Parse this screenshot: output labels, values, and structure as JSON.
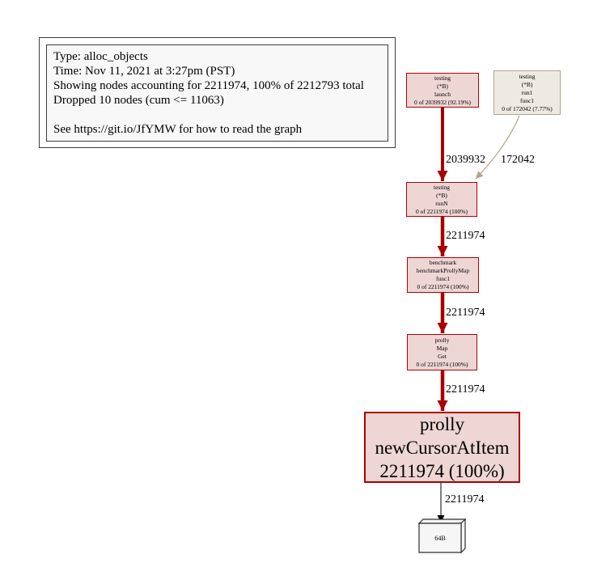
{
  "legend": {
    "lines": [
      "Type: alloc_objects",
      "Time: Nov 11, 2021 at 3:27pm (PST)",
      "Showing nodes accounting for 2211974, 100% of 2212793 total",
      "Dropped 10 nodes (cum <= 11063)",
      "",
      "See https://git.io/JfYMW for how to read the graph"
    ]
  },
  "nodes": [
    {
      "id": "testing-launch",
      "lines": [
        "testing",
        "(*B)",
        "launch",
        "0 of 2039932 (92.19%)"
      ]
    },
    {
      "id": "testing-run1-func1",
      "lines": [
        "testing",
        "(*B)",
        "run1",
        "func1",
        "0 of 172042 (7.77%)"
      ]
    },
    {
      "id": "testing-runN",
      "lines": [
        "testing",
        "(*B)",
        "runN",
        "0 of 2211974 (100%)"
      ]
    },
    {
      "id": "benchmark-benchmarkProllyMap-func1",
      "lines": [
        "benchmark",
        "benchmarkProllyMap",
        "func1",
        "0 of 2211974 (100%)"
      ]
    },
    {
      "id": "prolly-Map-Get",
      "lines": [
        "prolly",
        "Map",
        "Get",
        "0 of 2211974 (100%)"
      ]
    },
    {
      "id": "prolly-newCursorAtItem",
      "lines": [
        "prolly",
        "newCursorAtItem",
        "2211974 (100%)"
      ]
    },
    {
      "id": "alloc-64B",
      "label": "64B"
    }
  ],
  "edges": [
    {
      "from": "testing-launch",
      "to": "testing-runN",
      "label": "2039932"
    },
    {
      "from": "testing-run1-func1",
      "to": "testing-runN",
      "label": "172042"
    },
    {
      "from": "testing-runN",
      "to": "benchmark-benchmarkProllyMap-func1",
      "label": "2211974"
    },
    {
      "from": "benchmark-benchmarkProllyMap-func1",
      "to": "prolly-Map-Get",
      "label": "2211974"
    },
    {
      "from": "prolly-Map-Get",
      "to": "prolly-newCursorAtItem",
      "label": "2211974"
    },
    {
      "from": "prolly-newCursorAtItem",
      "to": "alloc-64B",
      "label": "2211974"
    }
  ],
  "colors": {
    "hot_node_fill": "#edd6d4",
    "hot_node_border": "#b20000",
    "hot_edge": "#a80000",
    "warm_node_fill": "#edeae3",
    "warm_node_border": "#b2a38b",
    "warm_edge": "#b2a38b",
    "leaf_edge": "#000000"
  }
}
